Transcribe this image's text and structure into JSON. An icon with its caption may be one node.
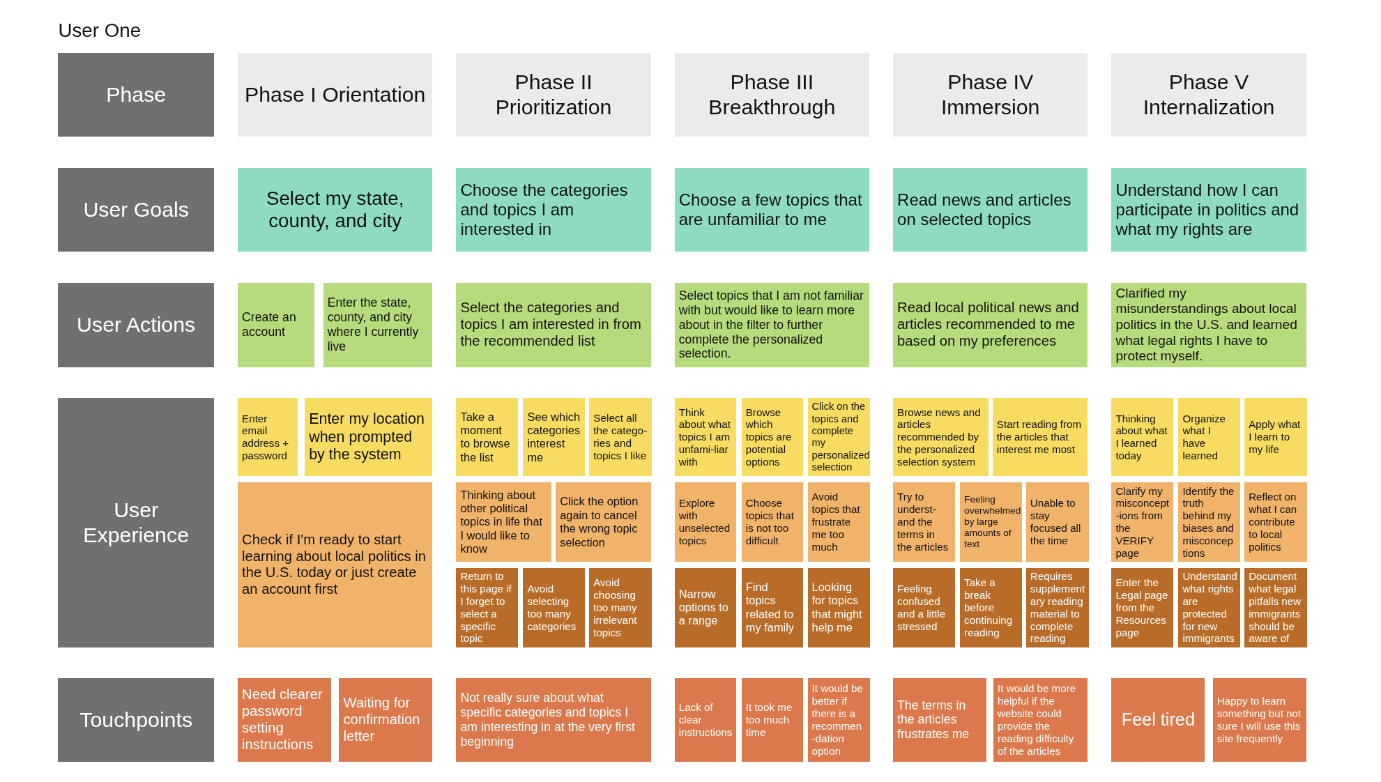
{
  "diagram": {
    "title": "User One",
    "nodes": [
      {
        "text": [
          "Phase"
        ]
      },
      {
        "text": [
          "Phase I Orientation"
        ]
      },
      {
        "text": [
          "Phase II Prioritization"
        ]
      },
      {
        "text": [
          "Phase III Breakthrough"
        ]
      },
      {
        "text": [
          "Phase IV Immersion"
        ]
      },
      {
        "text": [
          "Phase V Internalization"
        ]
      },
      {
        "text": [
          "User Goals"
        ]
      },
      {
        "text": [
          "Select my state, county, and city"
        ]
      },
      {
        "text": [
          "Choose the categories and topics I am interested in"
        ]
      },
      {
        "text": [
          "Choose a few topics that are unfamiliar to me"
        ]
      },
      {
        "text": [
          "Read news and articles on selected topics"
        ]
      },
      {
        "text": [
          "Understand how I can participate in politics and what my rights are"
        ]
      },
      {
        "text": [
          "User Actions"
        ]
      },
      {
        "text": [
          "Create an account"
        ]
      },
      {
        "text": [
          "Enter the state, county, and city where I currently live"
        ]
      },
      {
        "text": [
          "Select the categories and topics I am interested in from the recommended list"
        ]
      },
      {
        "text": [
          "Select topics that I am not familiar with but would like to learn more about in the filter to further complete the personalized selection."
        ]
      },
      {
        "text": [
          "Read local political news and articles recommended to me based on my preferences"
        ]
      },
      {
        "text": [
          "Clarified my misunderstandings about local politics in the U.S. and learned what legal rights I have to protect myself."
        ]
      },
      {
        "text": [
          "User Experience"
        ]
      },
      {
        "text": [
          "Enter email address + password"
        ]
      },
      {
        "text": [
          "Enter my location when prompted by the system"
        ]
      },
      {
        "text": [
          "Check if I'm ready to start learning about local politics in the U.S. today or just create an account first"
        ]
      },
      {
        "text": [
          "Take a moment to browse the list"
        ]
      },
      {
        "text": [
          "See which categories interest me"
        ]
      },
      {
        "text": [
          "Select all the catego-ries and topics I like"
        ]
      },
      {
        "text": [
          "Thinking about other political topics in life that I would like to know"
        ]
      },
      {
        "text": [
          "Click the option again to cancel the wrong topic selection"
        ]
      },
      {
        "text": [
          "Return to this page if I forget to select a specific topic"
        ]
      },
      {
        "text": [
          "Avoid selecting too many categories"
        ]
      },
      {
        "text": [
          "Avoid choosing too many irrelevant topics"
        ]
      },
      {
        "text": [
          "Think about what topics I am unfami-liar with"
        ]
      },
      {
        "text": [
          "Browse which topics are potential options"
        ]
      },
      {
        "text": [
          "Click on the topics and complete my personalized selection"
        ]
      },
      {
        "text": [
          "Explore with unselected topics"
        ]
      },
      {
        "text": [
          "Choose topics that is not too difficult"
        ]
      },
      {
        "text": [
          "Avoid topics that frustrate me too much"
        ]
      },
      {
        "text": [
          "Narrow options to a range"
        ]
      },
      {
        "text": [
          "Find topics related to my family"
        ]
      },
      {
        "text": [
          "Looking for topics that might help me"
        ]
      },
      {
        "text": [
          "Browse news and articles recommended by the personalized selection system"
        ]
      },
      {
        "text": [
          "Start reading from the articles that interest me most"
        ]
      },
      {
        "text": [
          "Try to underst-and the terms in the articles"
        ]
      },
      {
        "text": [
          "Feeling overwhelmed by large amounts of text"
        ]
      },
      {
        "text": [
          "Unable to stay focused all the time"
        ]
      },
      {
        "text": [
          "Feeling confused and a little stressed"
        ]
      },
      {
        "text": [
          "Take a break before continuing reading"
        ]
      },
      {
        "text": [
          "Requires supplement ary reading material to complete reading"
        ]
      },
      {
        "text": [
          "Thinking about what I learned today"
        ]
      },
      {
        "text": [
          "Organize what I have learned"
        ]
      },
      {
        "text": [
          "Apply what I learn to my life"
        ]
      },
      {
        "text": [
          "Clarify my misconcept -ions from the VERIFY page"
        ]
      },
      {
        "text": [
          "Identify the truth behind my biases and misconcep tions"
        ]
      },
      {
        "text": [
          "Reflect on what I can contribute to local politics"
        ]
      },
      {
        "text": [
          "Enter the Legal page from the Resources page"
        ]
      },
      {
        "text": [
          "Understand what rights are protected for new immigrants"
        ]
      },
      {
        "text": [
          "Document what legal pitfalls new immigrants should be aware of"
        ]
      },
      {
        "text": [
          "Touchpoints"
        ]
      },
      {
        "text": [
          "Need clearer password setting instructions"
        ]
      },
      {
        "text": [
          "Waiting for confirmation letter"
        ]
      },
      {
        "text": [
          "Not really sure about what specific categories and topics I am interesting in at the very first beginning"
        ]
      },
      {
        "text": [
          "Lack of clear instructions"
        ]
      },
      {
        "text": [
          "It took me too much time"
        ]
      },
      {
        "text": [
          "It would be better if there is a recommen -dation option"
        ]
      },
      {
        "text": [
          "The terms in the articles frustrates me"
        ]
      },
      {
        "text": [
          "It would be more helpful if the website could provide the reading difficulty of the articles"
        ]
      },
      {
        "text": [
          "Feel tired"
        ]
      },
      {
        "text": [
          "Happy to learn something but not sure I will use this site frequently"
        ]
      }
    ]
  }
}
